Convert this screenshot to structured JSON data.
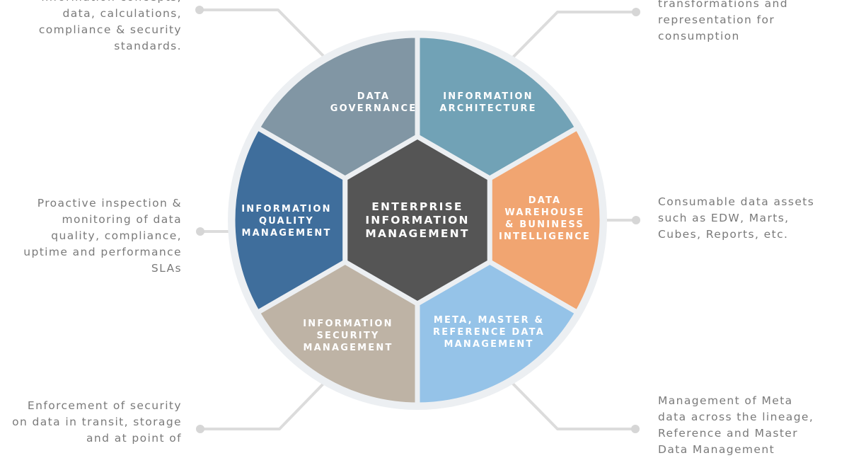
{
  "diagram": {
    "center": {
      "label_lines": [
        "ENTERPRISE",
        "INFORMATION",
        "MANAGEMENT"
      ],
      "color": "#555555"
    },
    "segments": [
      {
        "id": "data-governance",
        "label_lines": [
          "DATA",
          "GOVERNANCE"
        ],
        "color": "#8196a4"
      },
      {
        "id": "information-architecture",
        "label_lines": [
          "INFORMATION",
          "ARCHITECTURE"
        ],
        "color": "#71a2b6"
      },
      {
        "id": "data-warehouse-bi",
        "label_lines": [
          "DATA",
          "WAREHOUSE",
          "& BUNINESS",
          "INTELLIGENCE"
        ],
        "color": "#f1a571"
      },
      {
        "id": "meta-master-reference",
        "label_lines": [
          "META, MASTER &",
          "REFERENCE DATA",
          "MANAGEMENT"
        ],
        "color": "#95c3e8"
      },
      {
        "id": "information-security",
        "label_lines": [
          "INFORMATION",
          "SECURITY",
          "MANAGEMENT"
        ],
        "color": "#beb3a5"
      },
      {
        "id": "information-quality",
        "label_lines": [
          "INFORMATION",
          "QUALITY",
          "MANAGEMENT"
        ],
        "color": "#3f6e9c"
      }
    ],
    "ring_color": "#eceff2",
    "connector_color": "#dcdcdc"
  },
  "descriptions": {
    "data_governance": "information concepts,\ndata, calculations,\ncompliance & security\nstandards.",
    "information_architecture": "transformations and\nrepresentation for\nconsumption",
    "data_warehouse_bi": "Consumable data assets\nsuch as EDW, Marts,\nCubes, Reports, etc.",
    "meta_master_reference": "Management of Meta\ndata across the lineage,\nReference and Master\nData Management",
    "information_security": "Enforcement of security\non data in transit, storage\nand at point of",
    "information_quality": "Proactive inspection &\nmonitoring of data\nquality, compliance,\nuptime and performance\nSLAs"
  }
}
